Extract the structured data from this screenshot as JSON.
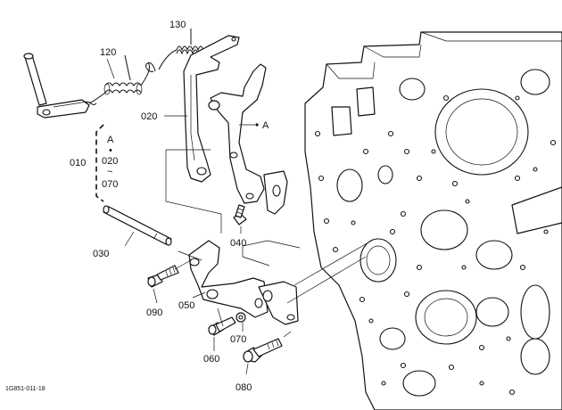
{
  "callouts": {
    "p010": "010",
    "p020": "020",
    "p030": "030",
    "p040": "040",
    "p050": "050",
    "p060": "060",
    "p070": "070",
    "p080": "080",
    "p090": "090",
    "p120": "120",
    "p130": "130"
  },
  "group": {
    "ref_letter": "A",
    "dot": "•",
    "first": "020",
    "tilde": "~",
    "last": "070"
  },
  "ref_a_label": "A",
  "figure_code": "1G851-011-18"
}
